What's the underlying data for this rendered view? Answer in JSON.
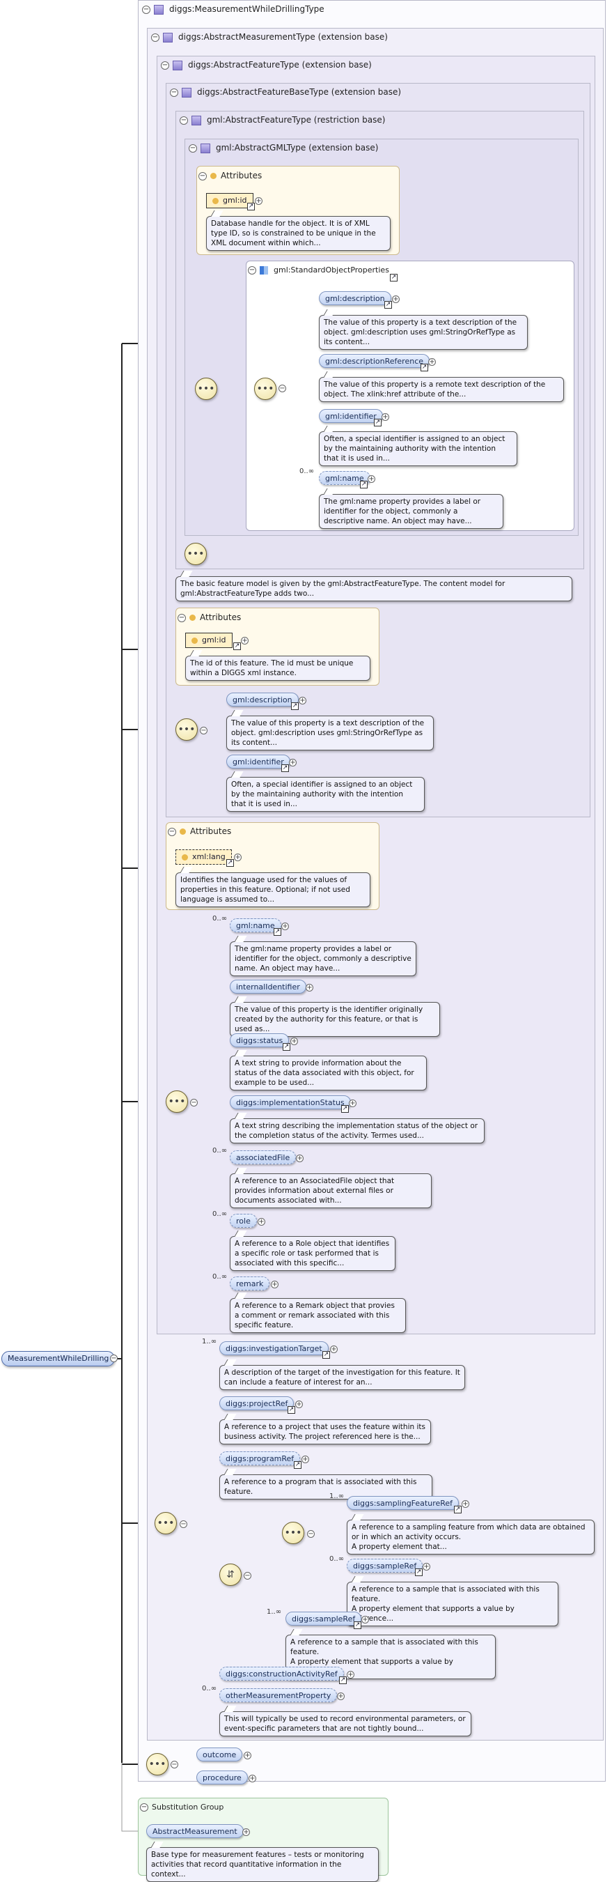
{
  "root": {
    "label": "MeasurementWhileDrilling"
  },
  "types": {
    "mwd": "diggs:MeasurementWhileDrillingType",
    "abstractMeasurement": "diggs:AbstractMeasurementType (extension base)",
    "abstractFeature": "diggs:AbstractFeatureType (extension base)",
    "abstractFeatureBase": "diggs:AbstractFeatureBaseType (extension base)",
    "gmlAbstractFeature": "gml:AbstractFeatureType (restriction base)",
    "gmlAbstractGML": "gml:AbstractGMLType (extension base)"
  },
  "gml_attrs": {
    "title": "Attributes",
    "id_label": "gml:id",
    "id_note": "Database handle for the object. It is of XML type ID, so is constrained to be unique in the XML document within which..."
  },
  "std_props": {
    "title": "gml:StandardObjectProperties",
    "items": [
      {
        "label": "gml:description",
        "note": "The value of this property is a text description of the object. gml:description uses gml:StringOrRefType as its content..."
      },
      {
        "label": "gml:descriptionReference",
        "note": "The value of this property is a remote text description of the object. The xlink:href attribute of the..."
      },
      {
        "label": "gml:identifier",
        "note": "Often, a special identifier is assigned to an object by the maintaining authority with the intention that it is used in..."
      },
      {
        "label": "gml:name",
        "occ": "0..∞",
        "note": "The gml:name property provides a label or identifier for the object, commonly a descriptive name. An object may have..."
      }
    ]
  },
  "feature_note": "The basic feature model is given by the gml:AbstractFeatureType. The content model for gml:AbstractFeatureType adds two...",
  "base_attrs": {
    "title": "Attributes",
    "id_label": "gml:id",
    "id_note": "The id of this feature. The id must be unique within a DIGGS xml instance."
  },
  "base_seq": [
    {
      "label": "gml:description",
      "note": "The value of this property is a text description of the object. gml:description uses gml:StringOrRefType as its content..."
    },
    {
      "label": "gml:identifier",
      "note": "Often, a special identifier is assigned to an object by the maintaining authority with the intention that it is used in..."
    }
  ],
  "lang_attrs": {
    "title": "Attributes",
    "label": "xml:lang",
    "note": "Identifies the language used for the values of properties in this feature. Optional; if not used language is assumed to..."
  },
  "feature_seq": [
    {
      "label": "gml:name",
      "occ": "0..∞",
      "note": "The gml:name property provides a label or identifier for the object, commonly a descriptive name. An object may have..."
    },
    {
      "label": "internalIdentifier",
      "note": "The value of this property is the identifier originally created by the authority for this feature, or that is used as..."
    },
    {
      "label": "diggs:status",
      "note": "A text string to provide information about the status of the data associated with this object, for example to be used..."
    },
    {
      "label": "diggs:implementationStatus",
      "note": "A text string describing the implementation status of the object or the completion status of the activity. Termes used..."
    },
    {
      "label": "associatedFile",
      "occ": "0..∞",
      "note": "A reference to an AssociatedFile object that provides information about external files or documents associated with..."
    },
    {
      "label": "role",
      "occ": "0..∞",
      "note": "A reference to a Role object that identifies a specific role or task performed that is associated with this specific..."
    },
    {
      "label": "remark",
      "occ": "0..∞",
      "note": "A reference to a Remark object that provies a comment or remark associated with this specific feature."
    }
  ],
  "meas_seq": [
    {
      "label": "diggs:investigationTarget",
      "occ": "1..∞",
      "note": "A description of the target of the investigation for this feature. It can include a feature of interest for an..."
    },
    {
      "label": "diggs:projectRef",
      "note": "A reference to a project that uses the feature within its business activity. The project referenced here is the..."
    },
    {
      "label": "diggs:programRef",
      "note": "A reference to a program that is associated with this feature."
    }
  ],
  "choice_seq": [
    {
      "label": "diggs:samplingFeatureRef",
      "occ": "1..∞",
      "note": "A reference to a sampling feature from which data are obtained or in which an activity occurs.\nA property element that..."
    },
    {
      "label": "diggs:sampleRef",
      "occ": "0..∞",
      "note": "A reference to a sample that is associated with this feature.\nA property element that supports a value by reference..."
    }
  ],
  "choice_alt": {
    "label": "diggs:sampleRef",
    "occ": "1..∞",
    "note": "A reference to a sample that is associated with this feature.\nA property element that supports a value by reference..."
  },
  "meas_tail": [
    {
      "label": "diggs:constructionActivityRef"
    },
    {
      "label": "otherMeasurementProperty",
      "occ": "0..∞",
      "note": "This will typically be used to record environmental parameters, or event-specific parameters that are not tightly bound..."
    }
  ],
  "mwd_seq": [
    {
      "label": "outcome"
    },
    {
      "label": "procedure"
    }
  ],
  "subst": {
    "title": "Substitution Group",
    "label": "AbstractMeasurement",
    "note": "Base type for measurement features – tests or monitoring activities that record quantitative information in the context..."
  },
  "symbols": {
    "toggle": "−",
    "expand": "+",
    "link": "↗",
    "seq": "•••",
    "choice": "⇵"
  },
  "colors": {
    "type_fill": "#f1eff9",
    "type_fill_inner": "#e8e5f5",
    "attr_fill": "#fffaeb",
    "subst_fill": "#eef9ee"
  }
}
